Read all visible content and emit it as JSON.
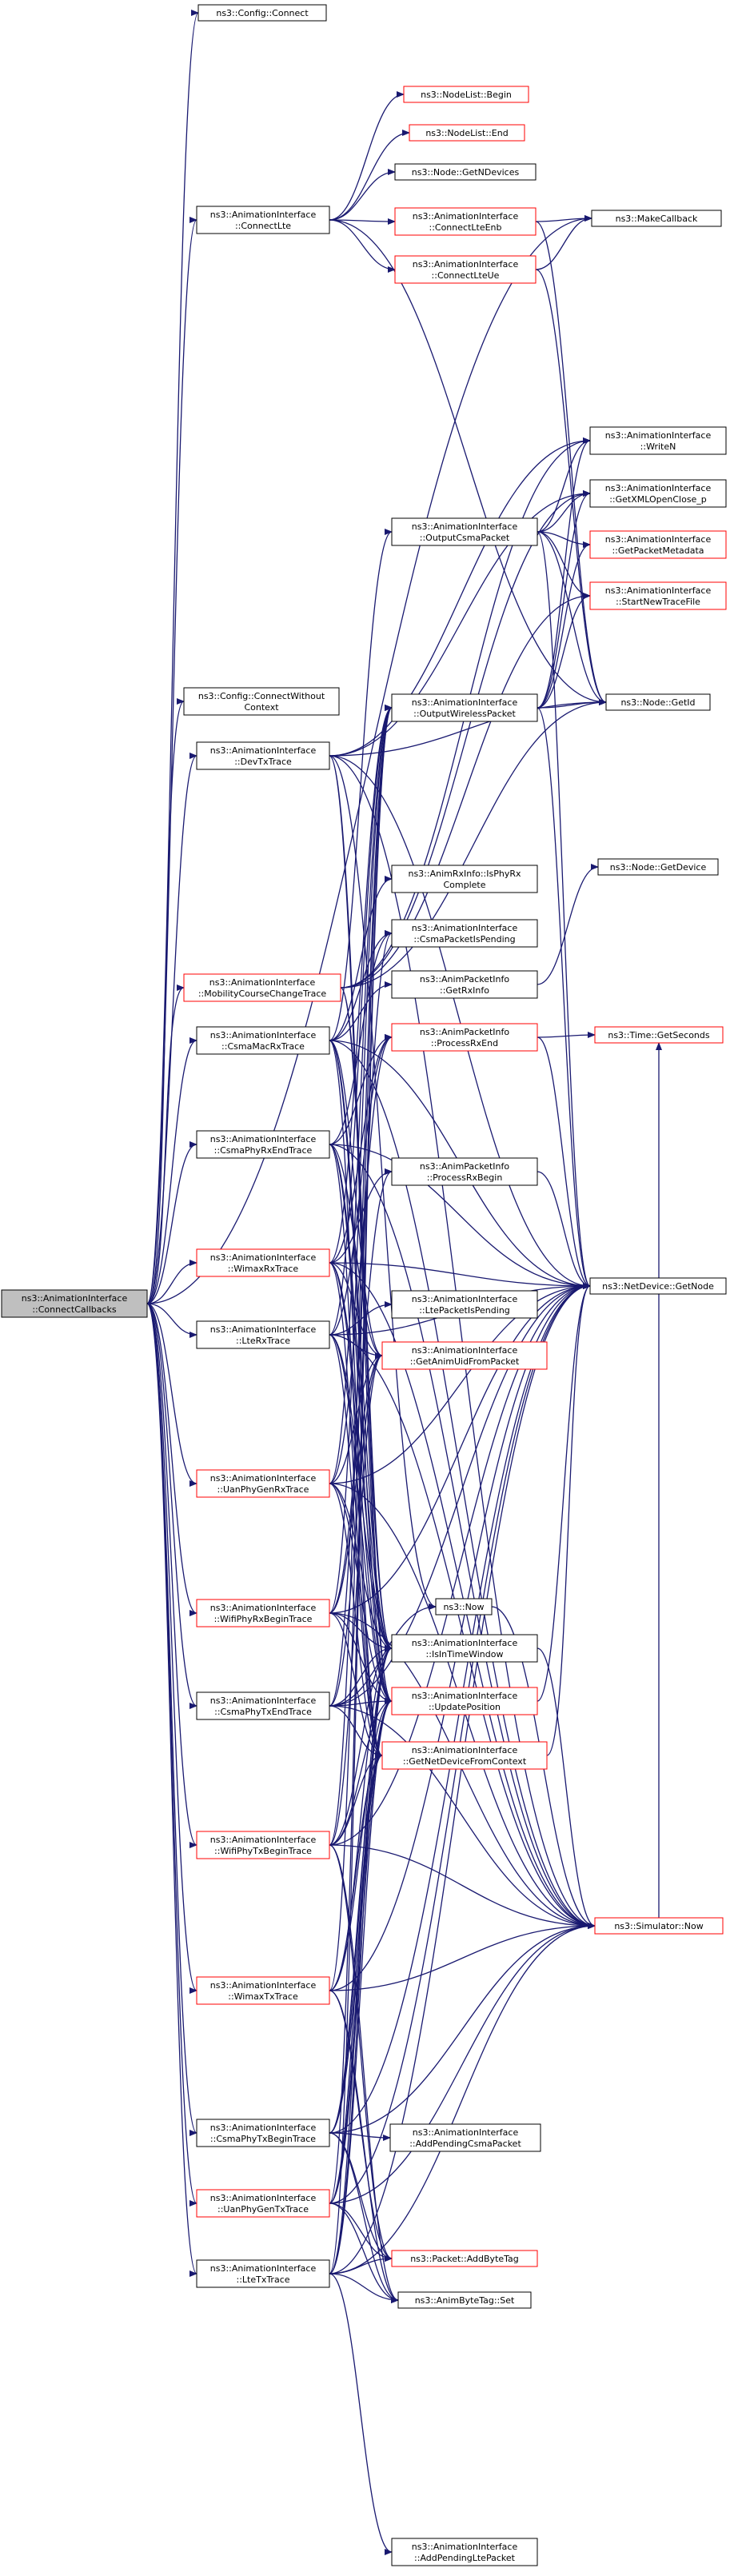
{
  "graph": {
    "nodes": [
      {
        "id": "root",
        "lines": [
          "ns3::AnimationInterface",
          "::ConnectCallbacks"
        ],
        "style": "focus"
      },
      {
        "id": "cfg_connect",
        "lines": [
          "ns3::Config::Connect"
        ],
        "style": "black"
      },
      {
        "id": "cfg_connect_wo",
        "lines": [
          "ns3::Config::ConnectWithout",
          "Context"
        ],
        "style": "black"
      },
      {
        "id": "connect_lte",
        "lines": [
          "ns3::AnimationInterface",
          "::ConnectLte"
        ],
        "style": "black"
      },
      {
        "id": "dev_tx",
        "lines": [
          "ns3::AnimationInterface",
          "::DevTxTrace"
        ],
        "style": "black"
      },
      {
        "id": "mobility",
        "lines": [
          "ns3::AnimationInterface",
          "::MobilityCourseChangeTrace"
        ],
        "style": "red"
      },
      {
        "id": "csma_mac_rx",
        "lines": [
          "ns3::AnimationInterface",
          "::CsmaMacRxTrace"
        ],
        "style": "black"
      },
      {
        "id": "csma_phy_rx_end",
        "lines": [
          "ns3::AnimationInterface",
          "::CsmaPhyRxEndTrace"
        ],
        "style": "black"
      },
      {
        "id": "wimax_rx",
        "lines": [
          "ns3::AnimationInterface",
          "::WimaxRxTrace"
        ],
        "style": "red"
      },
      {
        "id": "lte_rx",
        "lines": [
          "ns3::AnimationInterface",
          "::LteRxTrace"
        ],
        "style": "black"
      },
      {
        "id": "uan_rx",
        "lines": [
          "ns3::AnimationInterface",
          "::UanPhyGenRxTrace"
        ],
        "style": "red"
      },
      {
        "id": "wifi_rx",
        "lines": [
          "ns3::AnimationInterface",
          "::WifiPhyRxBeginTrace"
        ],
        "style": "red"
      },
      {
        "id": "csma_phy_tx_end",
        "lines": [
          "ns3::AnimationInterface",
          "::CsmaPhyTxEndTrace"
        ],
        "style": "black"
      },
      {
        "id": "wifi_tx",
        "lines": [
          "ns3::AnimationInterface",
          "::WifiPhyTxBeginTrace"
        ],
        "style": "red"
      },
      {
        "id": "wimax_tx",
        "lines": [
          "ns3::AnimationInterface",
          "::WimaxTxTrace"
        ],
        "style": "red"
      },
      {
        "id": "csma_phy_tx_begin",
        "lines": [
          "ns3::AnimationInterface",
          "::CsmaPhyTxBeginTrace"
        ],
        "style": "black"
      },
      {
        "id": "uan_tx",
        "lines": [
          "ns3::AnimationInterface",
          "::UanPhyGenTxTrace"
        ],
        "style": "red"
      },
      {
        "id": "lte_tx",
        "lines": [
          "ns3::AnimationInterface",
          "::LteTxTrace"
        ],
        "style": "black"
      },
      {
        "id": "nodelist_begin",
        "lines": [
          "ns3::NodeList::Begin"
        ],
        "style": "red"
      },
      {
        "id": "nodelist_end",
        "lines": [
          "ns3::NodeList::End"
        ],
        "style": "red"
      },
      {
        "id": "get_ndevices",
        "lines": [
          "ns3::Node::GetNDevices"
        ],
        "style": "black"
      },
      {
        "id": "connect_lte_enb",
        "lines": [
          "ns3::AnimationInterface",
          "::ConnectLteEnb"
        ],
        "style": "red"
      },
      {
        "id": "connect_lte_ue",
        "lines": [
          "ns3::AnimationInterface",
          "::ConnectLteUe"
        ],
        "style": "red"
      },
      {
        "id": "output_csma",
        "lines": [
          "ns3::AnimationInterface",
          "::OutputCsmaPacket"
        ],
        "style": "black"
      },
      {
        "id": "output_wireless",
        "lines": [
          "ns3::AnimationInterface",
          "::OutputWirelessPacket"
        ],
        "style": "black"
      },
      {
        "id": "is_phy_rx_complete",
        "lines": [
          "ns3::AnimRxInfo::IsPhyRx",
          "Complete"
        ],
        "style": "black"
      },
      {
        "id": "csma_pending",
        "lines": [
          "ns3::AnimationInterface",
          "::CsmaPacketIsPending"
        ],
        "style": "black"
      },
      {
        "id": "get_rx_info",
        "lines": [
          "ns3::AnimPacketInfo",
          "::GetRxInfo"
        ],
        "style": "black"
      },
      {
        "id": "process_rx_end",
        "lines": [
          "ns3::AnimPacketInfo",
          "::ProcessRxEnd"
        ],
        "style": "red"
      },
      {
        "id": "process_rx_begin",
        "lines": [
          "ns3::AnimPacketInfo",
          "::ProcessRxBegin"
        ],
        "style": "black"
      },
      {
        "id": "lte_pending",
        "lines": [
          "ns3::AnimationInterface",
          "::LtePacketIsPending"
        ],
        "style": "black"
      },
      {
        "id": "get_anim_uid",
        "lines": [
          "ns3::AnimationInterface",
          "::GetAnimUidFromPacket"
        ],
        "style": "red"
      },
      {
        "id": "now",
        "lines": [
          "ns3::Now"
        ],
        "style": "black"
      },
      {
        "id": "in_time_window",
        "lines": [
          "ns3::AnimationInterface",
          "::IsInTimeWindow"
        ],
        "style": "black"
      },
      {
        "id": "update_position",
        "lines": [
          "ns3::AnimationInterface",
          "::UpdatePosition"
        ],
        "style": "red"
      },
      {
        "id": "get_netdev_ctx",
        "lines": [
          "ns3::AnimationInterface",
          "::GetNetDeviceFromContext"
        ],
        "style": "red"
      },
      {
        "id": "add_pending_csma",
        "lines": [
          "ns3::AnimationInterface",
          "::AddPendingCsmaPacket"
        ],
        "style": "black"
      },
      {
        "id": "add_byte_tag",
        "lines": [
          "ns3::Packet::AddByteTag"
        ],
        "style": "red"
      },
      {
        "id": "animbytetag_set",
        "lines": [
          "ns3::AnimByteTag::Set"
        ],
        "style": "black"
      },
      {
        "id": "add_pending_lte",
        "lines": [
          "ns3::AnimationInterface",
          "::AddPendingLtePacket"
        ],
        "style": "black"
      },
      {
        "id": "make_callback",
        "lines": [
          "ns3::MakeCallback"
        ],
        "style": "black"
      },
      {
        "id": "write_n",
        "lines": [
          "ns3::AnimationInterface",
          "::WriteN"
        ],
        "style": "black"
      },
      {
        "id": "xml_open_close",
        "lines": [
          "ns3::AnimationInterface",
          "::GetXMLOpenClose_p"
        ],
        "style": "black"
      },
      {
        "id": "packet_metadata",
        "lines": [
          "ns3::AnimationInterface",
          "::GetPacketMetadata"
        ],
        "style": "red"
      },
      {
        "id": "new_trace_file",
        "lines": [
          "ns3::AnimationInterface",
          "::StartNewTraceFile"
        ],
        "style": "red"
      },
      {
        "id": "node_getid",
        "lines": [
          "ns3::Node::GetId"
        ],
        "style": "black"
      },
      {
        "id": "node_getdevice",
        "lines": [
          "ns3::Node::GetDevice"
        ],
        "style": "black"
      },
      {
        "id": "time_seconds",
        "lines": [
          "ns3::Time::GetSeconds"
        ],
        "style": "red"
      },
      {
        "id": "netdev_getnode",
        "lines": [
          "ns3::NetDevice::GetNode"
        ],
        "style": "black"
      },
      {
        "id": "sim_now",
        "lines": [
          "ns3::Simulator::Now"
        ],
        "style": "red"
      }
    ],
    "edges": [
      [
        "root",
        "cfg_connect"
      ],
      [
        "root",
        "make_callback"
      ],
      [
        "root",
        "connect_lte"
      ],
      [
        "root",
        "cfg_connect_wo"
      ],
      [
        "root",
        "dev_tx"
      ],
      [
        "root",
        "mobility"
      ],
      [
        "root",
        "csma_mac_rx"
      ],
      [
        "root",
        "csma_phy_rx_end"
      ],
      [
        "root",
        "wimax_rx"
      ],
      [
        "root",
        "lte_rx"
      ],
      [
        "root",
        "uan_rx"
      ],
      [
        "root",
        "wifi_rx"
      ],
      [
        "root",
        "csma_phy_tx_end"
      ],
      [
        "root",
        "wifi_tx"
      ],
      [
        "root",
        "wimax_tx"
      ],
      [
        "root",
        "csma_phy_tx_begin"
      ],
      [
        "root",
        "uan_tx"
      ],
      [
        "root",
        "lte_tx"
      ],
      [
        "connect_lte",
        "nodelist_begin"
      ],
      [
        "connect_lte",
        "nodelist_end"
      ],
      [
        "connect_lte",
        "get_ndevices"
      ],
      [
        "connect_lte",
        "connect_lte_enb"
      ],
      [
        "connect_lte",
        "connect_lte_ue"
      ],
      [
        "connect_lte",
        "node_getid"
      ],
      [
        "connect_lte_enb",
        "make_callback"
      ],
      [
        "connect_lte_enb",
        "node_getid"
      ],
      [
        "connect_lte_ue",
        "make_callback"
      ],
      [
        "connect_lte_ue",
        "node_getid"
      ],
      [
        "output_csma",
        "write_n"
      ],
      [
        "output_csma",
        "xml_open_close"
      ],
      [
        "output_csma",
        "packet_metadata"
      ],
      [
        "output_csma",
        "new_trace_file"
      ],
      [
        "output_csma",
        "node_getid"
      ],
      [
        "output_csma",
        "netdev_getnode"
      ],
      [
        "output_wireless",
        "write_n"
      ],
      [
        "output_wireless",
        "xml_open_close"
      ],
      [
        "output_wireless",
        "packet_metadata"
      ],
      [
        "output_wireless",
        "new_trace_file"
      ],
      [
        "output_wireless",
        "node_getid"
      ],
      [
        "output_wireless",
        "netdev_getnode"
      ],
      [
        "dev_tx",
        "write_n"
      ],
      [
        "dev_tx",
        "xml_open_close"
      ],
      [
        "dev_tx",
        "node_getid"
      ],
      [
        "dev_tx",
        "netdev_getnode"
      ],
      [
        "dev_tx",
        "sim_now"
      ],
      [
        "dev_tx",
        "now"
      ],
      [
        "dev_tx",
        "in_time_window"
      ],
      [
        "dev_tx",
        "update_position"
      ],
      [
        "mobility",
        "write_n"
      ],
      [
        "mobility",
        "xml_open_close"
      ],
      [
        "mobility",
        "new_trace_file"
      ],
      [
        "mobility",
        "node_getid"
      ],
      [
        "mobility",
        "in_time_window"
      ],
      [
        "mobility",
        "update_position"
      ],
      [
        "csma_mac_rx",
        "is_phy_rx_complete"
      ],
      [
        "csma_mac_rx",
        "csma_pending"
      ],
      [
        "csma_mac_rx",
        "get_rx_info"
      ],
      [
        "csma_mac_rx",
        "output_csma"
      ],
      [
        "csma_mac_rx",
        "get_anim_uid"
      ],
      [
        "csma_mac_rx",
        "netdev_getnode"
      ],
      [
        "csma_mac_rx",
        "in_time_window"
      ],
      [
        "csma_mac_rx",
        "update_position"
      ],
      [
        "csma_mac_rx",
        "get_netdev_ctx"
      ],
      [
        "csma_mac_rx",
        "sim_now"
      ],
      [
        "csma_phy_rx_end",
        "csma_pending"
      ],
      [
        "csma_phy_rx_end",
        "process_rx_end"
      ],
      [
        "csma_phy_rx_end",
        "get_anim_uid"
      ],
      [
        "csma_phy_rx_end",
        "netdev_getnode"
      ],
      [
        "csma_phy_rx_end",
        "in_time_window"
      ],
      [
        "csma_phy_rx_end",
        "update_position"
      ],
      [
        "csma_phy_rx_end",
        "get_netdev_ctx"
      ],
      [
        "csma_phy_rx_end",
        "sim_now"
      ],
      [
        "wimax_rx",
        "output_wireless"
      ],
      [
        "wimax_rx",
        "process_rx_begin"
      ],
      [
        "wimax_rx",
        "process_rx_end"
      ],
      [
        "wimax_rx",
        "get_anim_uid"
      ],
      [
        "wimax_rx",
        "netdev_getnode"
      ],
      [
        "wimax_rx",
        "in_time_window"
      ],
      [
        "wimax_rx",
        "update_position"
      ],
      [
        "wimax_rx",
        "get_netdev_ctx"
      ],
      [
        "wimax_rx",
        "sim_now"
      ],
      [
        "lte_rx",
        "lte_pending"
      ],
      [
        "lte_rx",
        "output_wireless"
      ],
      [
        "lte_rx",
        "process_rx_end"
      ],
      [
        "lte_rx",
        "get_anim_uid"
      ],
      [
        "lte_rx",
        "netdev_getnode"
      ],
      [
        "lte_rx",
        "in_time_window"
      ],
      [
        "lte_rx",
        "update_position"
      ],
      [
        "lte_rx",
        "get_netdev_ctx"
      ],
      [
        "lte_rx",
        "sim_now"
      ],
      [
        "uan_rx",
        "output_wireless"
      ],
      [
        "uan_rx",
        "process_rx_end"
      ],
      [
        "uan_rx",
        "get_anim_uid"
      ],
      [
        "uan_rx",
        "netdev_getnode"
      ],
      [
        "uan_rx",
        "in_time_window"
      ],
      [
        "uan_rx",
        "update_position"
      ],
      [
        "uan_rx",
        "get_netdev_ctx"
      ],
      [
        "uan_rx",
        "sim_now"
      ],
      [
        "wifi_rx",
        "output_wireless"
      ],
      [
        "wifi_rx",
        "process_rx_begin"
      ],
      [
        "wifi_rx",
        "get_anim_uid"
      ],
      [
        "wifi_rx",
        "netdev_getnode"
      ],
      [
        "wifi_rx",
        "in_time_window"
      ],
      [
        "wifi_rx",
        "update_position"
      ],
      [
        "wifi_rx",
        "get_netdev_ctx"
      ],
      [
        "wifi_rx",
        "sim_now"
      ],
      [
        "csma_phy_tx_end",
        "csma_pending"
      ],
      [
        "csma_phy_tx_end",
        "get_anim_uid"
      ],
      [
        "csma_phy_tx_end",
        "now"
      ],
      [
        "csma_phy_tx_end",
        "in_time_window"
      ],
      [
        "csma_phy_tx_end",
        "update_position"
      ],
      [
        "csma_phy_tx_end",
        "get_netdev_ctx"
      ],
      [
        "csma_phy_tx_end",
        "netdev_getnode"
      ],
      [
        "csma_phy_tx_end",
        "sim_now"
      ],
      [
        "wifi_tx",
        "get_anim_uid"
      ],
      [
        "wifi_tx",
        "in_time_window"
      ],
      [
        "wifi_tx",
        "update_position"
      ],
      [
        "wifi_tx",
        "get_netdev_ctx"
      ],
      [
        "wifi_tx",
        "add_byte_tag"
      ],
      [
        "wifi_tx",
        "animbytetag_set"
      ],
      [
        "wifi_tx",
        "netdev_getnode"
      ],
      [
        "wifi_tx",
        "sim_now"
      ],
      [
        "wifi_tx",
        "output_wireless"
      ],
      [
        "wimax_tx",
        "get_netdev_ctx"
      ],
      [
        "wimax_tx",
        "in_time_window"
      ],
      [
        "wimax_tx",
        "update_position"
      ],
      [
        "wimax_tx",
        "add_byte_tag"
      ],
      [
        "wimax_tx",
        "animbytetag_set"
      ],
      [
        "wimax_tx",
        "netdev_getnode"
      ],
      [
        "wimax_tx",
        "sim_now"
      ],
      [
        "wimax_tx",
        "output_wireless"
      ],
      [
        "csma_phy_tx_begin",
        "add_pending_csma"
      ],
      [
        "csma_phy_tx_begin",
        "in_time_window"
      ],
      [
        "csma_phy_tx_begin",
        "update_position"
      ],
      [
        "csma_phy_tx_begin",
        "get_netdev_ctx"
      ],
      [
        "csma_phy_tx_begin",
        "add_byte_tag"
      ],
      [
        "csma_phy_tx_begin",
        "animbytetag_set"
      ],
      [
        "csma_phy_tx_begin",
        "netdev_getnode"
      ],
      [
        "csma_phy_tx_begin",
        "sim_now"
      ],
      [
        "uan_tx",
        "in_time_window"
      ],
      [
        "uan_tx",
        "update_position"
      ],
      [
        "uan_tx",
        "get_netdev_ctx"
      ],
      [
        "uan_tx",
        "add_byte_tag"
      ],
      [
        "uan_tx",
        "animbytetag_set"
      ],
      [
        "uan_tx",
        "netdev_getnode"
      ],
      [
        "uan_tx",
        "sim_now"
      ],
      [
        "uan_tx",
        "output_wireless"
      ],
      [
        "lte_tx",
        "add_pending_lte"
      ],
      [
        "lte_tx",
        "in_time_window"
      ],
      [
        "lte_tx",
        "update_position"
      ],
      [
        "lte_tx",
        "get_netdev_ctx"
      ],
      [
        "lte_tx",
        "add_byte_tag"
      ],
      [
        "lte_tx",
        "animbytetag_set"
      ],
      [
        "lte_tx",
        "netdev_getnode"
      ],
      [
        "lte_tx",
        "sim_now"
      ],
      [
        "lte_tx",
        "output_wireless"
      ],
      [
        "process_rx_end",
        "time_seconds"
      ],
      [
        "process_rx_end",
        "netdev_getnode"
      ],
      [
        "get_rx_info",
        "node_getdevice"
      ],
      [
        "process_rx_begin",
        "netdev_getnode"
      ],
      [
        "update_position",
        "netdev_getnode"
      ],
      [
        "get_netdev_ctx",
        "netdev_getnode"
      ],
      [
        "now",
        "sim_now"
      ],
      [
        "in_time_window",
        "sim_now"
      ],
      [
        "sim_now",
        "time_seconds"
      ]
    ]
  }
}
